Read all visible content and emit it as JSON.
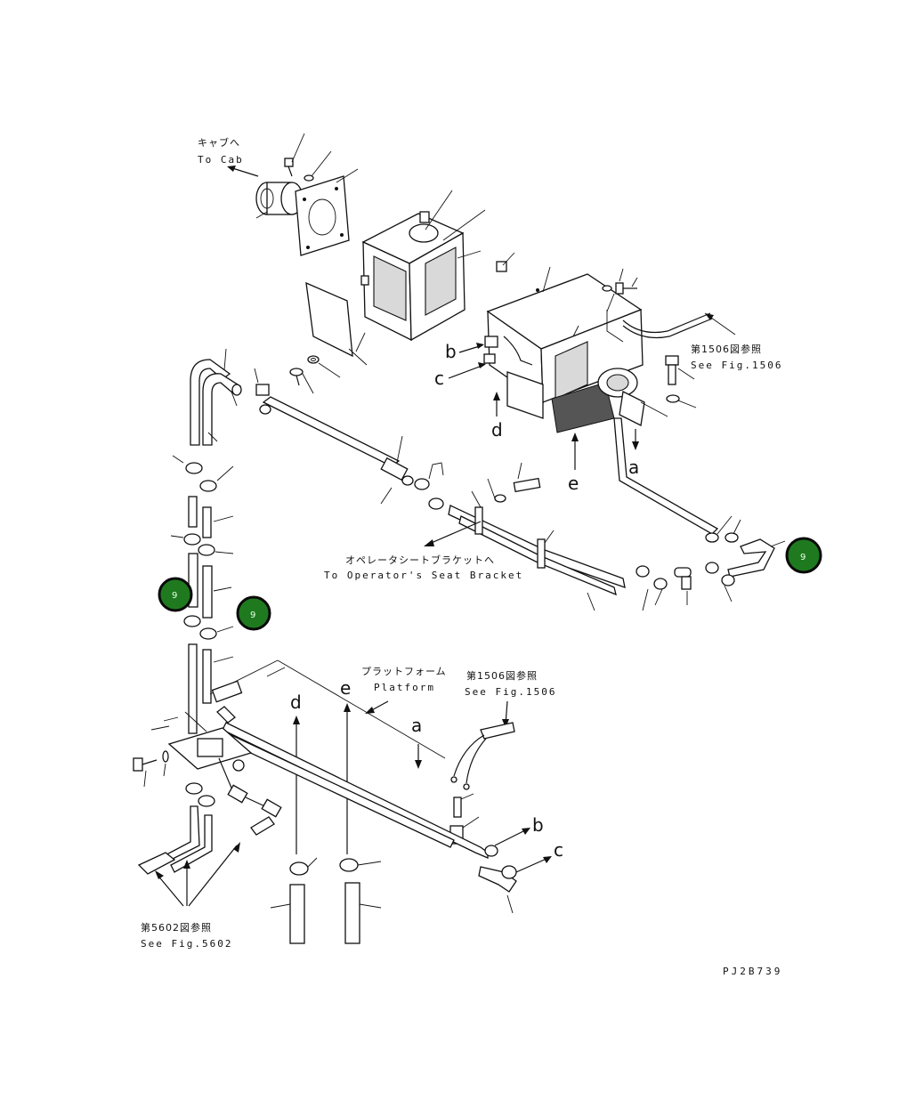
{
  "labels": {
    "to_cab_jp": "キャブへ",
    "to_cab_en": "To Cab",
    "fig1506_jp_top": "第1506図参照",
    "fig1506_en_top": "See Fig.1506",
    "seat_bracket_jp": "オペレータシートブラケットへ",
    "seat_bracket_en": "To Operator's Seat Bracket",
    "platform_jp": "プラットフォーム",
    "platform_en": "Platform",
    "fig1506_jp_mid": "第1506図参照",
    "fig1506_en_mid": "See Fig.1506",
    "fig5602_jp": "第5602図参照",
    "fig5602_en": "See Fig.5602",
    "drawing_code": "PJ2B739"
  },
  "connectors": {
    "a_top": "a",
    "b_top": "b",
    "c_top": "c",
    "d_top": "d",
    "e_top": "e",
    "a_bottom": "a",
    "b_bottom": "b",
    "c_bottom": "c",
    "d_bottom": "d",
    "e_bottom": "e"
  },
  "badges": {
    "right": "9",
    "left_upper": "9",
    "left_lower": "9"
  },
  "colors": {
    "badge_fill": "#1f7a1f",
    "badge_stroke": "#0a0a0a",
    "line": "#111111"
  }
}
